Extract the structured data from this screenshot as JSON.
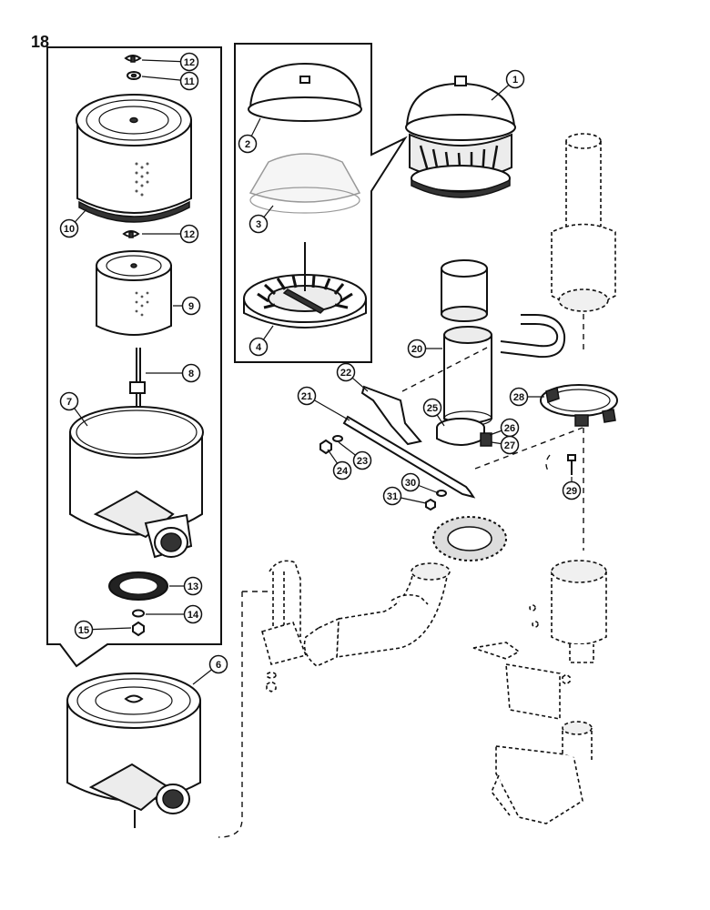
{
  "page_number": "18",
  "callouts": [
    {
      "id": "c1",
      "label": "1"
    },
    {
      "id": "c2",
      "label": "2"
    },
    {
      "id": "c3",
      "label": "3"
    },
    {
      "id": "c4",
      "label": "4"
    },
    {
      "id": "c6",
      "label": "6"
    },
    {
      "id": "c7",
      "label": "7"
    },
    {
      "id": "c8",
      "label": "8"
    },
    {
      "id": "c9",
      "label": "9"
    },
    {
      "id": "c10",
      "label": "10"
    },
    {
      "id": "c11",
      "label": "11"
    },
    {
      "id": "c12a",
      "label": "12"
    },
    {
      "id": "c12b",
      "label": "12"
    },
    {
      "id": "c13",
      "label": "13"
    },
    {
      "id": "c14",
      "label": "14"
    },
    {
      "id": "c15",
      "label": "15"
    },
    {
      "id": "c20",
      "label": "20"
    },
    {
      "id": "c21",
      "label": "21"
    },
    {
      "id": "c22",
      "label": "22"
    },
    {
      "id": "c23",
      "label": "23"
    },
    {
      "id": "c24",
      "label": "24"
    },
    {
      "id": "c25",
      "label": "25"
    },
    {
      "id": "c26",
      "label": "26"
    },
    {
      "id": "c27",
      "label": "27"
    },
    {
      "id": "c28",
      "label": "28"
    },
    {
      "id": "c29",
      "label": "29"
    },
    {
      "id": "c30",
      "label": "30"
    },
    {
      "id": "c31",
      "label": "31"
    }
  ]
}
